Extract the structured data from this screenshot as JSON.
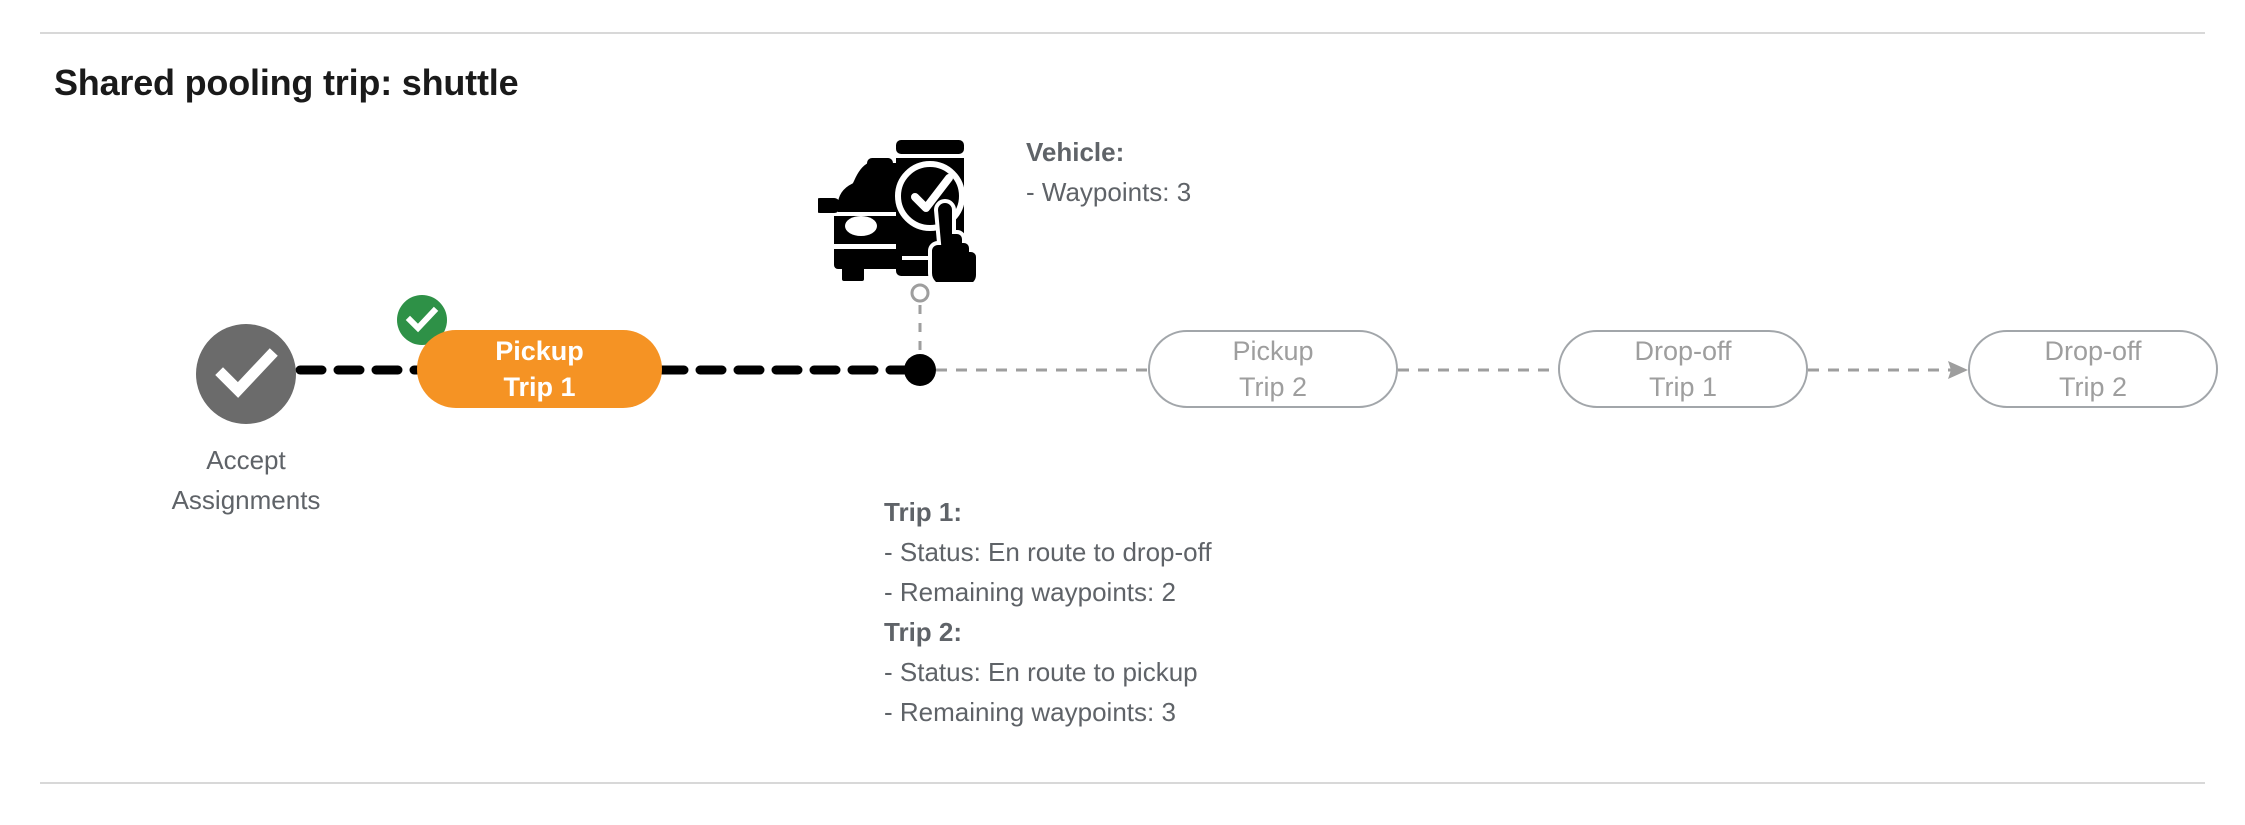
{
  "page": {
    "title": "Shared pooling trip: shuttle"
  },
  "flow": {
    "start": {
      "label_line1": "Accept",
      "label_line2": "Assignments",
      "icon": "check-circle-icon",
      "color": "#6b6b6b"
    },
    "completed_badge": {
      "icon": "check-badge-icon",
      "color": "#2e9147"
    },
    "nodes": [
      {
        "line1": "Pickup",
        "line2": "Trip 1",
        "state": "active"
      },
      {
        "line1": "Pickup",
        "line2": "Trip 2",
        "state": "pending"
      },
      {
        "line1": "Drop-off",
        "line2": "Trip 1",
        "state": "pending"
      },
      {
        "line1": "Drop-off",
        "line2": "Trip 2",
        "state": "pending"
      }
    ],
    "colors": {
      "active": "#f59324",
      "pending_border": "#a2a6aa",
      "pending_text": "#9e9e9e",
      "completed_path": "#000000",
      "pending_path": "#9e9e9e"
    }
  },
  "vehicle": {
    "icon": "car-phone-check-icon",
    "heading": "Vehicle:",
    "details": [
      "- Waypoints: 3"
    ]
  },
  "trips": [
    {
      "heading": "Trip 1:",
      "status": "- Status:  En route to drop-off",
      "remaining": "- Remaining waypoints: 2"
    },
    {
      "heading": "Trip 2:",
      "status": "- Status:  En route to pickup",
      "remaining": "- Remaining waypoints: 3"
    }
  ]
}
